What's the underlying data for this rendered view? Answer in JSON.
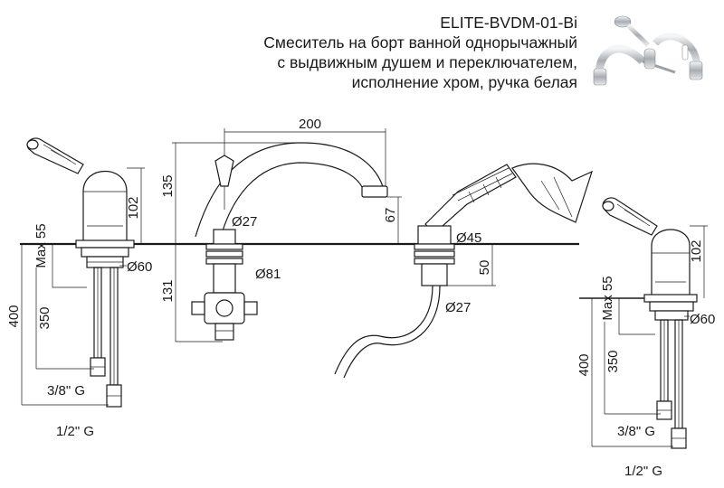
{
  "header": {
    "model": "ELITE-BVDM-01-Bi",
    "desc_line1": "Смеситель на борт ванной однорычажный",
    "desc_line2": "с выдвижным душем и переключателем,",
    "desc_line3": "исполнение хром, ручка белая"
  },
  "dimensions": {
    "spout_width": "200",
    "spout_height": "135",
    "spout_outlet": "67",
    "below_deck_center": "131",
    "spout_base_dia": "Ø27",
    "spout_flange_dia": "Ø81",
    "left_handle_height": "102",
    "left_max_deck": "Max 55",
    "left_flange_dia": "Ø60",
    "left_total_length": "400",
    "left_hose_length": "350",
    "left_thread_small": "3/8\" G",
    "left_thread_large": "1/2\" G",
    "shower_base_dia": "Ø45",
    "shower_below": "50",
    "shower_hose_dia": "Ø27",
    "right_handle_height": "102",
    "right_max_deck": "Max 55",
    "right_flange_dia": "Ø60",
    "right_total_length": "400",
    "right_hose_length": "350",
    "right_thread_small": "3/8\" G",
    "right_thread_large": "1/2\" G"
  },
  "colors": {
    "line": "#1a1a1a",
    "chrome": "#c9ccd0"
  }
}
